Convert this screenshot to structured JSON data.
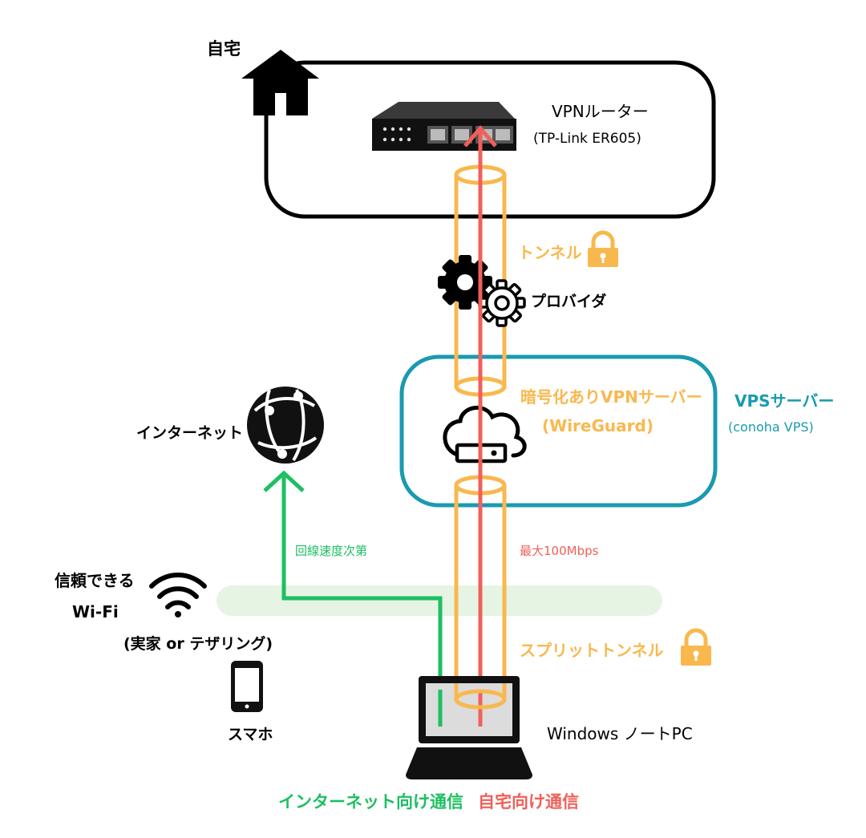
{
  "labels": {
    "home": "自宅",
    "router_name": "VPNルーター",
    "router_model": "(TP-Link ER605)",
    "tunnel": "トンネル",
    "provider": "プロバイダ",
    "vpn_server_line1": "暗号化ありVPNサーバー",
    "vpn_server_line2": "(WireGuard)",
    "vps_server": "VPSサーバー",
    "vps_provider": "(conoha VPS)",
    "internet": "インターネット",
    "speed_depends": "回線速度次第",
    "max_speed": "最大100Mbps",
    "wifi_line1": "信頼できる",
    "wifi_line2": "Wi-Fi",
    "wifi_note": "(実家 or テザリング)",
    "split_tunnel": "スプリットトンネル",
    "smartphone": "スマホ",
    "laptop": "Windows ノートPC",
    "legend_internet": "インターネット向け通信",
    "legend_home": "自宅向け通信"
  },
  "colors": {
    "tunnel": "#F9B84E",
    "home_path": "#F0605A",
    "internet_path": "#1DBF62",
    "vps_box": "#1A9AB0",
    "wifi_band": "#E6F5E3",
    "laptop_screen": "#DCDCDC"
  },
  "icons": [
    "house-icon",
    "router-icon",
    "lock-icon",
    "gear-icon",
    "cloud-server-icon",
    "globe-icon",
    "wifi-icon",
    "smartphone-icon",
    "laptop-icon"
  ]
}
